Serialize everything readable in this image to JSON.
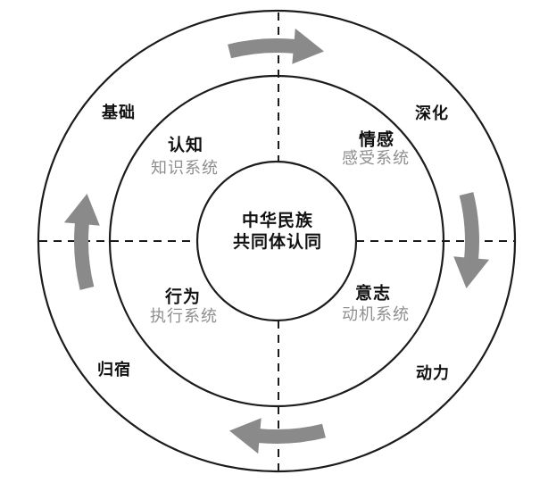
{
  "diagram": {
    "type": "concentric-circle-quadrant-cycle",
    "center": {
      "line1": "中华民族",
      "line2": "共同体认同"
    },
    "quadrants": [
      {
        "position": "top-left",
        "label": "认知",
        "system": "知识系统",
        "outer_label": "基础"
      },
      {
        "position": "top-right",
        "label": "情感",
        "system": "感受系统",
        "outer_label": "深化"
      },
      {
        "position": "bottom-left",
        "label": "行为",
        "system": "执行系统",
        "outer_label": "归宿"
      },
      {
        "position": "bottom-right",
        "label": "意志",
        "system": "动机系统",
        "outer_label": "动力"
      }
    ],
    "arrows": {
      "direction": "clockwise",
      "count": 4,
      "positions": [
        "top",
        "right",
        "bottom",
        "left"
      ],
      "color": "#8a8a8a"
    },
    "colors": {
      "line": "#1c1c1c",
      "label_text": "#111111",
      "system_text": "#8f8f8f",
      "arrow": "#8a8a8a",
      "background": "#ffffff"
    }
  }
}
